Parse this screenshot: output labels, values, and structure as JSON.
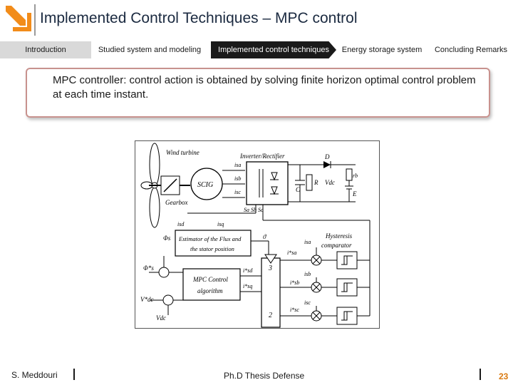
{
  "header": {
    "title": "Implemented Control Techniques – MPC control",
    "accent_color": "#f28c1a"
  },
  "nav": {
    "items": [
      {
        "label": "Introduction",
        "state": "active"
      },
      {
        "label": "Studied system and modeling",
        "state": "normal"
      },
      {
        "label": "Implemented control techniques",
        "state": "current"
      },
      {
        "label": "Energy storage system",
        "state": "normal"
      },
      {
        "label": "Concluding Remarks",
        "state": "normal"
      }
    ]
  },
  "callout": {
    "text": "MPC controller: control action is obtained by solving finite horizon optimal control problem at each time instant.",
    "border_color": "#c8928e"
  },
  "diagram": {
    "labels": {
      "wind_turbine": "Wind turbine",
      "gearbox": "Gearbox",
      "machine": "SCIG",
      "inverter": "Inverter/Rectifier",
      "diode": "D",
      "rb": "rb",
      "cap": "C",
      "res": "R",
      "vdc": "Vdc",
      "emf": "E",
      "isa": "isa",
      "isb": "isb",
      "isc": "isc",
      "switches": "Sa Sb Sc",
      "isd": "isd",
      "isq": "isq",
      "phi_s": "Φs",
      "theta": "ϑ",
      "estimator_line1": "Estimator of the Flux and",
      "estimator_line2": "the stator position",
      "hysteresis_line1": "Hysteresis",
      "hysteresis_line2": "comparator",
      "phi_ref": "Φ*s",
      "vdc_ref": "V*dc",
      "vdc_meas": "Vdc",
      "mpc_line1": "MPC Control",
      "mpc_line2": "algorithm",
      "isd_ref": "i*sd",
      "isq_ref": "i*sq",
      "isa_ref": "i*sa",
      "isb_ref": "i*sb",
      "isc_ref": "i*sc",
      "block_3": "3",
      "block_2": "2",
      "isa_fb": "isa",
      "isb_fb": "isb",
      "isc_fb": "isc"
    }
  },
  "footer": {
    "author": "S. Meddouri",
    "center": "Ph.D Thesis Defense",
    "page": "23",
    "page_color": "#d97a12"
  }
}
